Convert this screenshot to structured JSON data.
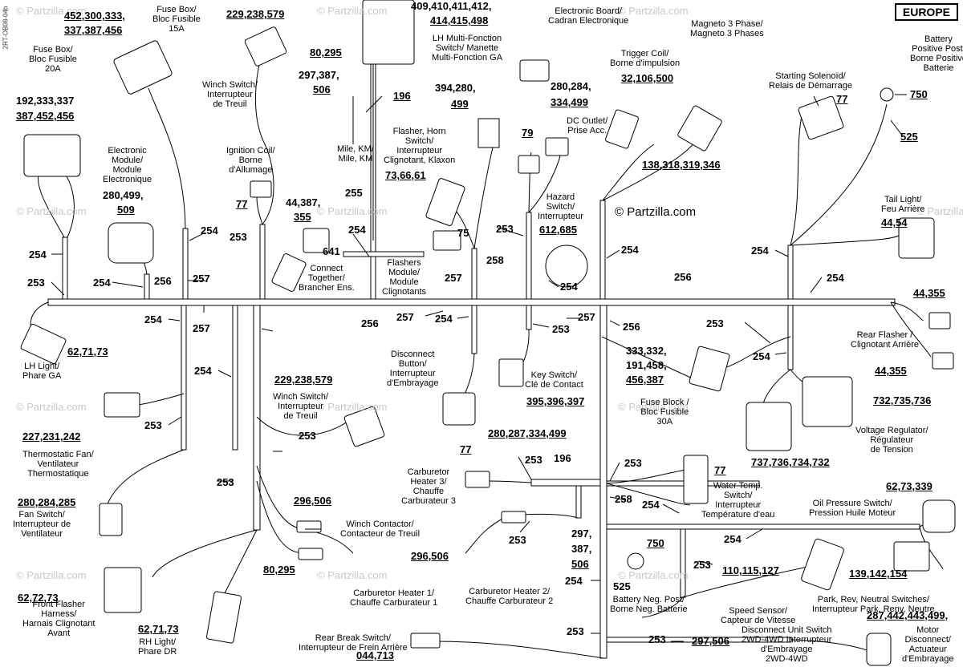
{
  "region": "EUROPE",
  "copyright": "© Partzilla.com",
  "watermark": "© Partzilla.com",
  "side_code": "2RT-OB08-04b",
  "components": {
    "fuse_box_15a": "Fuse Box/\nBloc Fusible\n15A",
    "fuse_box_20a": "Fuse Box/\nBloc Fusible\n20A",
    "winch_switch_top": "Winch Switch/\nInterrupteur\nde Treuil",
    "electronic_board": "Electronic Board/\nCadran Electronique",
    "lh_multi": "LH Multi-Fonction\nSwitch/ Manette\nMulti-Fonction GA",
    "trigger_coil": "Trigger Coil/\nBorne d'impulsion",
    "magneto": "Magneto 3 Phase/\nMagneto 3 Phases",
    "battery_pos": "Battery\nPositive Post/\nBorne Positive\nBatterie",
    "starting_solenoid": "Starting Solenoïd/\nRelais de Démarrage",
    "mile_km": "Mile, KM/\nMile, KM",
    "flasher_horn": "Flasher, Horn\nSwitch/\nInterrupteur\nClignotant, Klaxon",
    "dc_outlet": "DC Outlet/\nPrise Acc.",
    "electronic_module": "Electronic\nModule/\nModule\nElectronique",
    "ignition_coil": "Ignition Coil/\nBorne\nd'Allumage",
    "hazard_switch": "Hazard\nSwitch/\nInterrupteur",
    "tail_light": "Tail Light/\nFeu Arrière",
    "connect_together": "Connect\nTogether/\nBrancher Ens.",
    "flashers_module": "Flashers\nModule/\nModule\nClignotants",
    "lh_light": "LH Light/\nPhare GA",
    "rear_flasher": "Rear Flasher /\nClignotant Arrière",
    "disconnect_button": "Disconnect\nButton/\nInterrupteur\nd'Embrayage",
    "key_switch": "Key Switch/\nClé de Contact",
    "fuse_block_30a": "Fuse Block /\nBloc Fusible\n30A",
    "winch_switch_mid": "Winch Switch/\nInterrupteur\nde Treuil",
    "thermostatic_fan": "Thermostatic Fan/\nVentilateur\nThermostatique",
    "voltage_regulator": "Voltage Regulator/\nRégulateur\nde Tension",
    "carb_heater_3": "Carburetor\nHeater 3/\nChauffe\nCarburateur 3",
    "water_temp": "Water Temp.\nSwitch/\nInterrupteur\nTempérature d'eau",
    "fan_switch": "Fan Switch/\nInterrupteur de\nVentilateur",
    "oil_pressure": "Oil Pressure Switch/\nPression Huile Moteur",
    "winch_contactor": "Winch Contactor/\nContacteur de Treuil",
    "carb_heater_1": "Carburetor Heater 1/\nChauffe Carburateur 1",
    "carb_heater_2": "Carburetor Heater 2/\nChauffe Carburateur 2",
    "speed_sensor": "Speed Sensor/\nCapteur de Vitesse",
    "battery_neg": "Battery Neg. Post/\nBorne Neg. Batterie",
    "park_rev": "Park, Rev, Neutral Switches/\nInterrupteur Park, Renv, Neutre",
    "front_flasher": "Front Flasher\nHarness/\nHarnais Clignotant\nAvant",
    "rh_light": "RH Light/\nPhare DR",
    "rear_brake": "Rear Break Switch/\nInterrupteur de Frein Arrière",
    "disconnect_unit": "Disconnect Unit Switch\n2WD-4WD Interrupteur\nd'Embrayage\n2WD-4WD",
    "motor_disconnect": "Motor\nDisconnect/\nActuateur\nd'Embrayage"
  },
  "refs": {
    "r452_a": "452,300,333,",
    "r452_b": "337,387,456",
    "r229_top": "229,238,579",
    "r409_a": "409,410,411,412,",
    "r409_b": "414,415,498",
    "r80_295_top": "80,295",
    "r297_top_a": "297,387,",
    "r297_top_b": "506",
    "r196_top": "196",
    "r394_a": "394,280,",
    "r394_b": "499",
    "r280_284_a": "280,284,",
    "r280_284_b": "334,499",
    "r32": "32,106,500",
    "r77_sol": "77",
    "r750_top": "750",
    "r525_top": "525",
    "r192_a": "192,333,337",
    "r192_b": "387,452,456",
    "r79": "79",
    "r73_66_61": "73,66,61",
    "r138": "138,318,319,346",
    "r280_499_a": "280,499,",
    "r280_499_b": "509",
    "r77_ign": "77",
    "r44_387_a": "44,387,",
    "r44_387_b": "355",
    "r255": "255",
    "r612": "612,685",
    "r44_54": "44,54",
    "r641": "641",
    "r75": "75",
    "r62_71_73_lh": "62,71,73",
    "r44_355_a": "44,355",
    "r44_355_b": "44,355",
    "r395": "395,396,397",
    "r333_a": "333,332,",
    "r333_b": "191,458,",
    "r333_c": "456,387",
    "r229_mid": "229,238,579",
    "r732": "732,735,736",
    "r227": "227,231,242",
    "r280_287": "280,287,334,499",
    "r737": "737,736,734,732",
    "r77_carb": "77",
    "r196_bot": "196",
    "r77_water": "77",
    "r280_284_285": "280,284,285",
    "r296_506_a": "296,506",
    "r62_73_339": "62,73,339",
    "r750_bot": "750",
    "r297_bot_a": "297,",
    "r297_bot_b": "387,",
    "r297_bot_c": "506",
    "r296_506_b": "296,506",
    "r80_295_bot": "80,295",
    "r110": "110,115,127",
    "r139": "139,142,154",
    "r525_bot": "525",
    "r62_72_73": "62,72,73",
    "r62_71_73_rh": "62,71,73",
    "r287_442": "287,442,443,499,",
    "r297_506_c": "297,506",
    "r044_713": "044,713"
  },
  "wires": [
    {
      "key": "w254_a",
      "text": "254"
    },
    {
      "key": "w253_a",
      "text": "253"
    },
    {
      "key": "w254_b",
      "text": "254"
    },
    {
      "key": "w256_a",
      "text": "256"
    },
    {
      "key": "w254_c",
      "text": "254"
    },
    {
      "key": "w257_a",
      "text": "257"
    },
    {
      "key": "w253_b",
      "text": "253"
    },
    {
      "key": "w254_d",
      "text": "254"
    },
    {
      "key": "w257_b",
      "text": "257"
    },
    {
      "key": "w254_e",
      "text": "254"
    },
    {
      "key": "w256_b",
      "text": "256"
    },
    {
      "key": "w257_c",
      "text": "257"
    },
    {
      "key": "w254_f",
      "text": "254"
    },
    {
      "key": "w253_c",
      "text": "253"
    },
    {
      "key": "w257_d",
      "text": "257"
    },
    {
      "key": "w258_a",
      "text": "258"
    },
    {
      "key": "w257_e",
      "text": "257"
    },
    {
      "key": "w253_d",
      "text": "253"
    },
    {
      "key": "w254_g",
      "text": "254"
    },
    {
      "key": "w256_c",
      "text": "256"
    },
    {
      "key": "w254_h",
      "text": "254"
    },
    {
      "key": "w254_i",
      "text": "254"
    },
    {
      "key": "w256_d",
      "text": "256"
    },
    {
      "key": "w253_e",
      "text": "253"
    },
    {
      "key": "w254_j",
      "text": "254"
    },
    {
      "key": "w254_k",
      "text": "254"
    },
    {
      "key": "w253_f",
      "text": "253"
    },
    {
      "key": "w253_g",
      "text": "253"
    },
    {
      "key": "w253_h",
      "text": "253"
    },
    {
      "key": "w253_i",
      "text": "253"
    },
    {
      "key": "w253_j",
      "text": "253"
    },
    {
      "key": "w258_b",
      "text": "258"
    },
    {
      "key": "w254_l",
      "text": "254"
    },
    {
      "key": "w253_k",
      "text": "253"
    },
    {
      "key": "w254_m",
      "text": "254"
    },
    {
      "key": "w253_l",
      "text": "253"
    },
    {
      "key": "w254_n",
      "text": "254"
    },
    {
      "key": "w253_m",
      "text": "253"
    },
    {
      "key": "w253_n",
      "text": "253"
    },
    {
      "key": "w254_o",
      "text": "254"
    }
  ]
}
